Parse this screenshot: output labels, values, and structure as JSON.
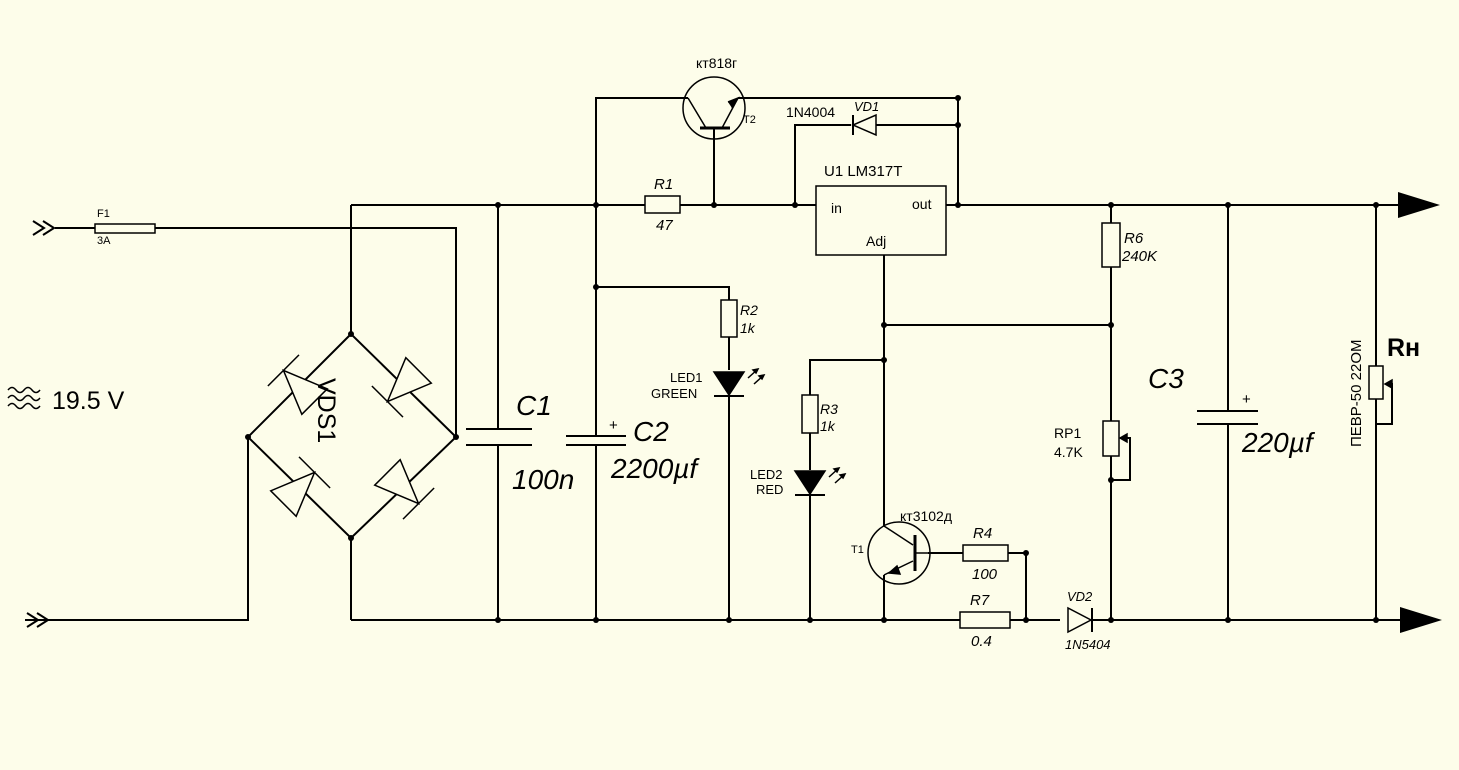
{
  "background": "#fdfdea",
  "wire_color": "#000000",
  "input": {
    "voltage": "19.5 V"
  },
  "fuse": {
    "ref": "F1",
    "value": "3A"
  },
  "bridge": {
    "ref": "VDS1"
  },
  "c1": {
    "ref": "C1",
    "value": "100n"
  },
  "c2": {
    "ref": "C2",
    "value": "2200µf",
    "polarity": "+"
  },
  "c3": {
    "ref": "C3",
    "value": "220µf",
    "polarity": "+"
  },
  "t2": {
    "ref": "T2",
    "type": "кт818г"
  },
  "t1": {
    "ref": "T1",
    "type": "кт3102д"
  },
  "vd1": {
    "ref": "VD1",
    "type": "1N4004"
  },
  "vd2": {
    "ref": "VD2",
    "type": "1N5404"
  },
  "u1": {
    "label": "U1 LM317T",
    "pin_in": "in",
    "pin_out": "out",
    "pin_adj": "Adj"
  },
  "r1": {
    "ref": "R1",
    "value": "47"
  },
  "r2": {
    "ref": "R2",
    "value": "1k"
  },
  "r3": {
    "ref": "R3",
    "value": "1k"
  },
  "r4": {
    "ref": "R4",
    "value": "100"
  },
  "r6": {
    "ref": "R6",
    "value": "240K"
  },
  "r7": {
    "ref": "R7",
    "value": "0.4"
  },
  "rp1": {
    "ref": "RP1",
    "value": "4.7K"
  },
  "led1": {
    "ref": "LED1",
    "color": "GREEN"
  },
  "led2": {
    "ref": "LED2",
    "color": "RED"
  },
  "load": {
    "ref": "Rн",
    "value": "ПЕВР-50 22ОМ"
  }
}
